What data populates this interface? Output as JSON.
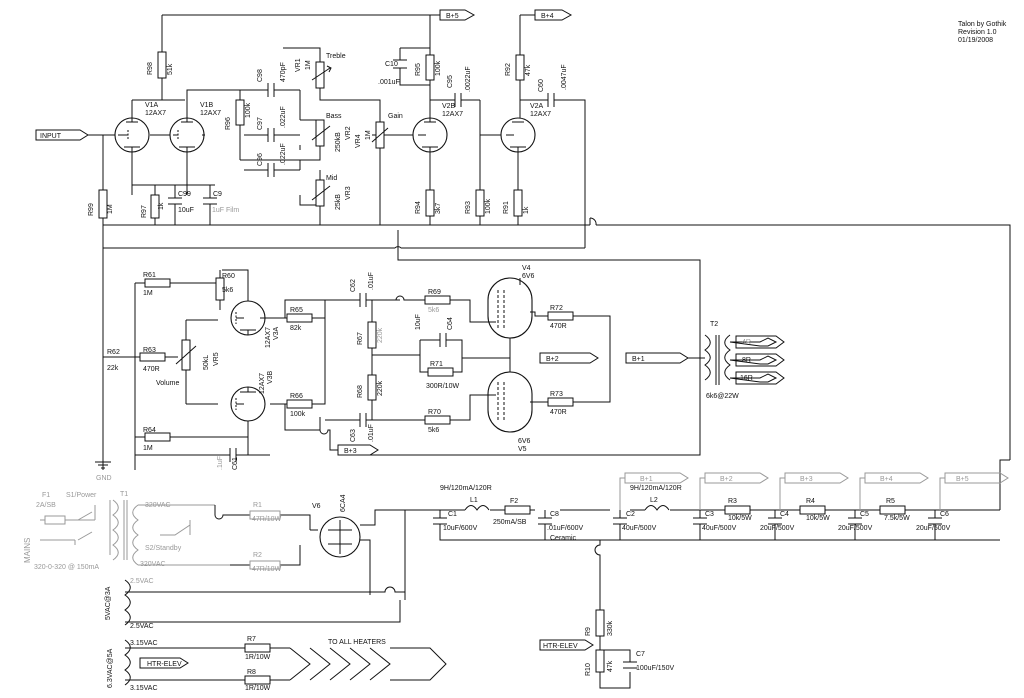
{
  "title_block": {
    "line1": "Talon by Gothik",
    "line2": "Revision 1.0",
    "line3": "01/19/2008"
  },
  "rail_labels": [
    "B+5",
    "B+4",
    "B+3",
    "B+2",
    "B+1",
    "INPUT",
    "HTR-ELEV"
  ],
  "tubes": [
    {
      "name": "V1A",
      "type": "12AX7"
    },
    {
      "name": "V1B",
      "type": "12AX7"
    },
    {
      "name": "V2B",
      "type": "12AX7"
    },
    {
      "name": "V2A",
      "type": "12AX7"
    },
    {
      "name": "V3A",
      "type": "12AX7"
    },
    {
      "name": "V3B",
      "type": "12AX7"
    },
    {
      "name": "V4",
      "type": "6V6"
    },
    {
      "name": "V5",
      "type": "6V6"
    },
    {
      "name": "V6",
      "type": "6CA4"
    }
  ],
  "components": {
    "r98": [
      "R98",
      "51k"
    ],
    "r96": [
      "R96",
      "100k"
    ],
    "r99": [
      "R99",
      "1M"
    ],
    "r97": [
      "R97",
      "1k"
    ],
    "c99": [
      "C99",
      "10uF"
    ],
    "c9": [
      "C9",
      "1uF Film"
    ],
    "c98": [
      "C98",
      "470pF"
    ],
    "c97": [
      "C97",
      ".022uF"
    ],
    "c96": [
      "C96",
      ".022uF"
    ],
    "vr1": [
      "VR1",
      "1M",
      "Treble"
    ],
    "vr2": [
      "VR2",
      "250kB",
      "Bass"
    ],
    "vr3": [
      "VR3",
      "25kB",
      "Mid"
    ],
    "vr4": [
      "VR4",
      "1M",
      "Gain"
    ],
    "c10": [
      "C10",
      ".001uF"
    ],
    "r95": [
      "R95",
      "100k"
    ],
    "r94": [
      "R94",
      "3k7"
    ],
    "c95": [
      "C95",
      ".0022uF"
    ],
    "r93": [
      "R93",
      "100k"
    ],
    "r92": [
      "R92",
      "47k"
    ],
    "r91": [
      "R91",
      "1k"
    ],
    "c60": [
      "C60",
      ".0047uF"
    ],
    "r61": [
      "R61",
      "1M"
    ],
    "r60": [
      "R60",
      "5k6"
    ],
    "r62": [
      "R62",
      "22k"
    ],
    "r63": [
      "R63",
      "470R"
    ],
    "vr5": [
      "VR5",
      "50kL",
      "Volume"
    ],
    "r64": [
      "R64",
      "1M"
    ],
    "c61": [
      "C61",
      ".1uF"
    ],
    "r65": [
      "R65",
      "82k"
    ],
    "r66": [
      "R66",
      "100k"
    ],
    "c62": [
      "C62",
      ".01uF"
    ],
    "c63": [
      "C63",
      ".01uF"
    ],
    "r67": [
      "R67",
      "220k"
    ],
    "r68": [
      "R68",
      "220k"
    ],
    "r69": [
      "R69",
      "5k6"
    ],
    "r70": [
      "R70",
      "5k6"
    ],
    "c64": [
      "C64",
      "10uF"
    ],
    "r71": [
      "R71",
      "300R/10W"
    ],
    "r72": [
      "R72",
      "470R"
    ],
    "r73": [
      "R73",
      "470R"
    ],
    "t2": [
      "T2",
      "6k6@22W"
    ],
    "taps": [
      "4R",
      "8R",
      "16R"
    ],
    "f1": [
      "F1",
      "2A/SB"
    ],
    "s1": "S1/Power",
    "t1": "T1",
    "mains": "MAINS",
    "t1_spec": "320-0-320 @ 150mA",
    "s2": "S2/Standby",
    "hv_top": "320VAC",
    "hv_bot": "320VAC",
    "r1": [
      "R1",
      "47R/10W"
    ],
    "r2": [
      "R2",
      "47R/10W"
    ],
    "l1": [
      "L1",
      "9H/120mA/120R"
    ],
    "l2": [
      "L2",
      "9H/120mA/120R"
    ],
    "f2": [
      "F2",
      "250mA/SB"
    ],
    "c1": [
      "C1",
      "10uF/600V"
    ],
    "c8": [
      "C8",
      ".01uF/600V",
      "Ceramic"
    ],
    "c2": [
      "C2",
      "40uF/500V"
    ],
    "c3": [
      "C3",
      "40uF/500V"
    ],
    "r3": [
      "R3",
      "10k/5W"
    ],
    "c4": [
      "C4",
      "20uF/500V"
    ],
    "r4": [
      "R4",
      "10k/5W"
    ],
    "c5": [
      "C5",
      "20uF/500V"
    ],
    "r5": [
      "R5",
      "7.5k/5W"
    ],
    "c6": [
      "C6",
      "20uF/500V"
    ],
    "ac1": "2.5VAC",
    "ac2": "2.5VAC",
    "w1": "5VAC@3A",
    "h1": "3.15VAC",
    "h2": "3.15VAC",
    "w2": "6.3VAC@5A",
    "r7": [
      "R7",
      "1R/10W"
    ],
    "r8": [
      "R8",
      "1R/10W"
    ],
    "heaters": "TO ALL HEATERS",
    "r9": [
      "R9",
      "330k"
    ],
    "r10": [
      "R10",
      "47k"
    ],
    "c7": [
      "C7",
      "100uF/150V"
    ],
    "gnd": "GND"
  }
}
